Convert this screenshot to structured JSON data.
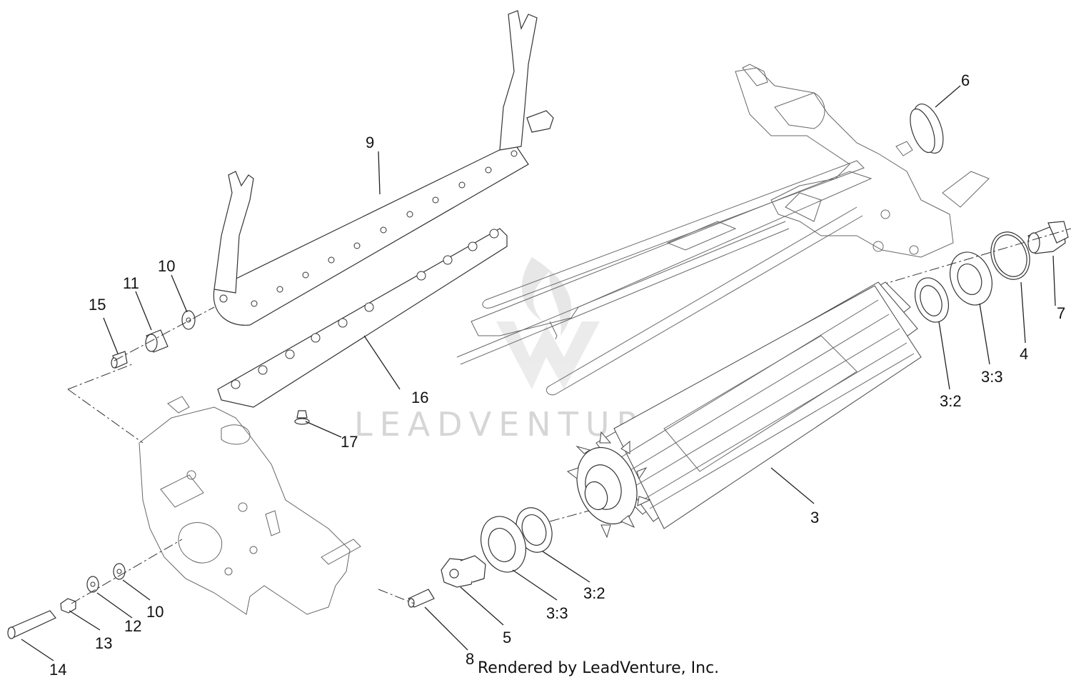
{
  "diagram": {
    "watermark": "LEADVENTURE",
    "footer": "Rendered by LeadVenture, Inc.",
    "callouts": {
      "c3": "3",
      "c3_2_right": "3:2",
      "c3_3_right": "3:3",
      "c4": "4",
      "c5": "5",
      "c6": "6",
      "c7": "7",
      "c8": "8",
      "c9": "9",
      "c10_top": "10",
      "c11": "11",
      "c12": "12",
      "c13": "13",
      "c14": "14",
      "c15": "15",
      "c16": "16",
      "c17": "17",
      "c10_bottom": "10",
      "c3_3_bottom": "3:3",
      "c3_2_bottom": "3:2"
    }
  }
}
